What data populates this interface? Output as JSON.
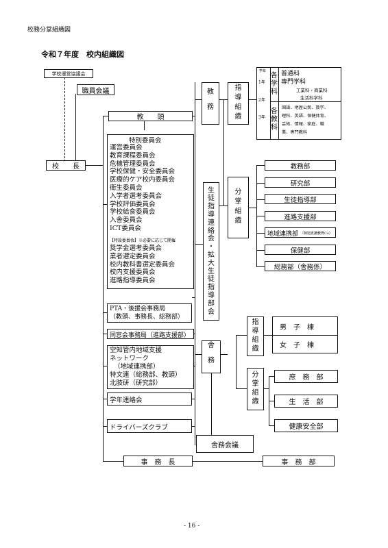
{
  "header": "校務分掌組織図",
  "title": "令和７年度　校内組織図",
  "page_number": "- 16 -",
  "top_left": {
    "council": "学校運営協議会",
    "staff_meeting": "職員会議"
  },
  "principal": "校　　長",
  "vice_principal": "教　　頭",
  "special_committees": {
    "heading": "特別委員会",
    "items": [
      "運営委員会",
      "教育課程委員会",
      "危機管理委員会",
      "学校保健・安全委員会",
      "医療的ケア校内委員会",
      "衛生委員会",
      "入学者選考委員会",
      "学校評価委員会",
      "学校給食委員会",
      "入舎委員会",
      "ICT委員会"
    ],
    "note": "【特設委員会】※必要に応じて開催",
    "items2": [
      "奨学金選考委員会",
      "業者選定委員会",
      "校内教科書選定委員会",
      "校内支援委員会",
      "進路指導委員会"
    ]
  },
  "pta": [
    "PTA・後援会事務局",
    "（教頭、事務長、総務部）"
  ],
  "alumni": "同窓会事務局（進路支援部）",
  "regional": [
    "空知管内地域支援",
    "ネットワーク",
    "（地域連携部）",
    "特文連（総務部、教頭）",
    "北肢研（研究部）"
  ],
  "grade_liaison": "学年連絡会",
  "drivers_club": "ドライバーズクラブ",
  "dorm_meeting": "舎務会議",
  "admin_chief": "事　務　長",
  "admin_office": "事　務　部",
  "kyomu": "教務",
  "seito_renraku": "生徒指導連絡会・拡大生徒指導部会",
  "shamu": "舎務",
  "shido_soshiki": "指導組織",
  "bunsho_soshiki": "分掌組織",
  "curriculum": {
    "grade_label": "学年",
    "y1": "1年",
    "y2": "2年",
    "y3": "3年",
    "kakugakka": "各学科",
    "kakukyoka": "各教科",
    "futsuka": "普通科",
    "senmon": "専門学科",
    "kogyo": "工業科・商業科",
    "seikatsu": "生活科学科",
    "subjects": [
      "国語、地歴公民、数学、",
      "理科、英語、保健体育、",
      "芸術、情報、家庭、職",
      "業、専門教科"
    ]
  },
  "departments": [
    "教務部",
    "研究部",
    "生徒指導部",
    "進路支援部",
    "地域連携部",
    "保健部",
    "総務部（舎務係）"
  ],
  "dept_note": "（特別支援教育Co）",
  "dorm_shido": [
    "男　子　棟",
    "女　子　棟"
  ],
  "dorm_bunsho": [
    "庶　務　部",
    "生　活　部",
    "健康安全部"
  ]
}
